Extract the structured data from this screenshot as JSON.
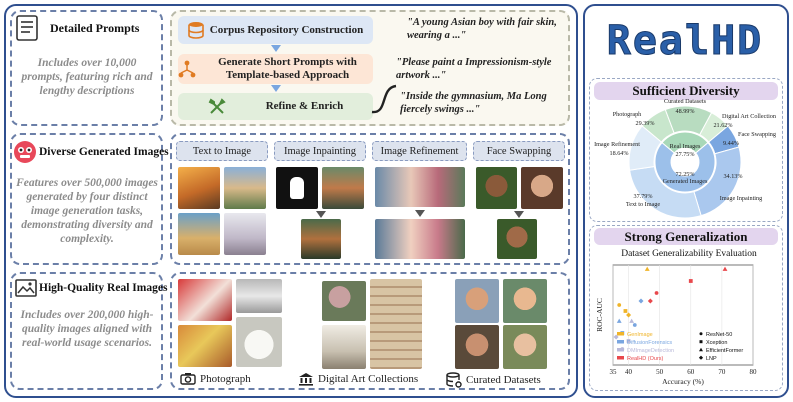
{
  "left": {
    "prompts": {
      "title": "Detailed Prompts",
      "desc": "Includes over 10,000 prompts, featuring rich and lengthy descriptions"
    },
    "generated": {
      "title": "Diverse Generated Images",
      "desc": "Features over 500,000 images generated by four distinct image generation tasks, demonstrating diversity and complexity."
    },
    "real": {
      "title": "High-Quality Real Images",
      "desc": "Includes over 200,000 high-quality images aligned with real-world usage scenarios."
    }
  },
  "pipeline": {
    "step1": "Corpus Repository Construction",
    "step2": "Generate Short Prompts with Template-based Approach",
    "step3": "Refine & Enrich"
  },
  "quotes": [
    "\"A young Asian boy with fair skin, wearing a ...\"",
    "\"Please paint a Impressionism-style artwork ...\"",
    "\"Inside the gymnasium, Ma Long fiercely swings ...\""
  ],
  "tasks": [
    "Text to Image",
    "Image Inpainting",
    "Image Refinement",
    "Face Swapping"
  ],
  "real_categories": [
    "Photograph",
    "Digital Art Collections",
    "Curated Datasets"
  ],
  "logo": {
    "text": "RealHD"
  },
  "diversity": {
    "title": "Sufficient Diversity",
    "inner": [
      {
        "label": "Real Images",
        "pct": "27.75%"
      },
      {
        "label": "Generated Images",
        "pct": "72.25%"
      }
    ],
    "outer": [
      {
        "label": "Curated Datasets",
        "pct": "48.99%"
      },
      {
        "label": "Digital Art Collection",
        "pct": "21.62%"
      },
      {
        "label": "Face Swapping",
        "pct": "9.44%"
      },
      {
        "label": "Image Inpainting",
        "pct": "34.13%"
      },
      {
        "label": "Text to Image",
        "pct": "37.79%"
      },
      {
        "label": "Image Refinement",
        "pct": "18.64%"
      },
      {
        "label": "Photograph",
        "pct": "29.39%"
      }
    ]
  },
  "generalization": {
    "title": "Strong Generalization"
  },
  "chart_data": {
    "type": "scatter",
    "title": "Dataset Generalizability Evaluation",
    "xlabel": "Accuracy (%)",
    "ylabel": "ROC-AUC",
    "xlim": [
      35,
      80
    ],
    "xticks": [
      "35",
      "40",
      "50",
      "60",
      "70",
      "80"
    ],
    "grid": true,
    "legend_datasets": [
      {
        "name": "GenImage",
        "color": "#f0b429"
      },
      {
        "name": "DiffusionForensics",
        "color": "#7aa6e0"
      },
      {
        "name": "DMImageDetection",
        "color": "#b9b9d9"
      },
      {
        "name": "RealHD (Ours)",
        "color": "#e8484c"
      }
    ],
    "legend_models": [
      {
        "name": "ResNet-50",
        "marker": "circle"
      },
      {
        "name": "Xception",
        "marker": "square"
      },
      {
        "name": "EfficientFormer",
        "marker": "triangle"
      },
      {
        "name": "LNP",
        "marker": "diamond"
      }
    ],
    "points": [
      {
        "dataset": "GenImage",
        "model": "ResNet-50",
        "x": 37,
        "y": 0.6
      },
      {
        "dataset": "GenImage",
        "model": "Xception",
        "x": 39,
        "y": 0.57
      },
      {
        "dataset": "GenImage",
        "model": "EfficientFormer",
        "x": 46,
        "y": 0.78
      },
      {
        "dataset": "GenImage",
        "model": "LNP",
        "x": 40,
        "y": 0.55
      },
      {
        "dataset": "DiffusionForensics",
        "model": "ResNet-50",
        "x": 42,
        "y": 0.5
      },
      {
        "dataset": "DiffusionForensics",
        "model": "Xception",
        "x": 38,
        "y": 0.46
      },
      {
        "dataset": "DiffusionForensics",
        "model": "EfficientFormer",
        "x": 37,
        "y": 0.52
      },
      {
        "dataset": "DiffusionForensics",
        "model": "LNP",
        "x": 44,
        "y": 0.62
      },
      {
        "dataset": "DMImageDetection",
        "model": "ResNet-50",
        "x": 38,
        "y": 0.38
      },
      {
        "dataset": "DMImageDetection",
        "model": "Xception",
        "x": 40,
        "y": 0.42
      },
      {
        "dataset": "DMImageDetection",
        "model": "EfficientFormer",
        "x": 41,
        "y": 0.52
      },
      {
        "dataset": "DMImageDetection",
        "model": "LNP",
        "x": 36,
        "y": 0.44
      },
      {
        "dataset": "RealHD (Ours)",
        "model": "ResNet-50",
        "x": 49,
        "y": 0.66
      },
      {
        "dataset": "RealHD (Ours)",
        "model": "Xception",
        "x": 60,
        "y": 0.72
      },
      {
        "dataset": "RealHD (Ours)",
        "model": "EfficientFormer",
        "x": 71,
        "y": 0.78
      },
      {
        "dataset": "RealHD (Ours)",
        "model": "LNP",
        "x": 47,
        "y": 0.62
      }
    ]
  }
}
